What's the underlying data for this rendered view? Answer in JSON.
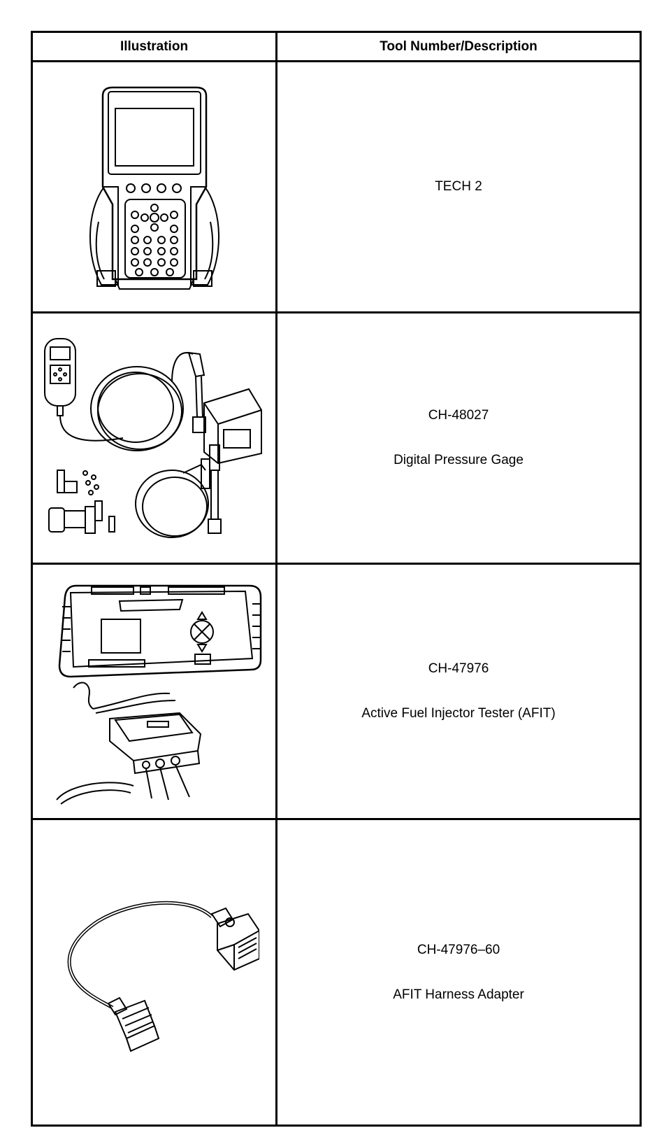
{
  "table": {
    "header": {
      "illustration": "Illustration",
      "description": "Tool Number/Description"
    },
    "rows": [
      {
        "illustration": "tech2-scan-tool",
        "line1": "TECH 2",
        "line2": ""
      },
      {
        "illustration": "digital-pressure-gage-kit",
        "line1": "CH-48027",
        "line2": "Digital Pressure Gage"
      },
      {
        "illustration": "active-fuel-injector-tester",
        "line1": "CH-47976",
        "line2": "Active Fuel Injector Tester (AFIT)"
      },
      {
        "illustration": "afit-harness-adapter-cable",
        "line1": "CH-47976–60",
        "line2": "AFIT Harness Adapter"
      }
    ]
  }
}
